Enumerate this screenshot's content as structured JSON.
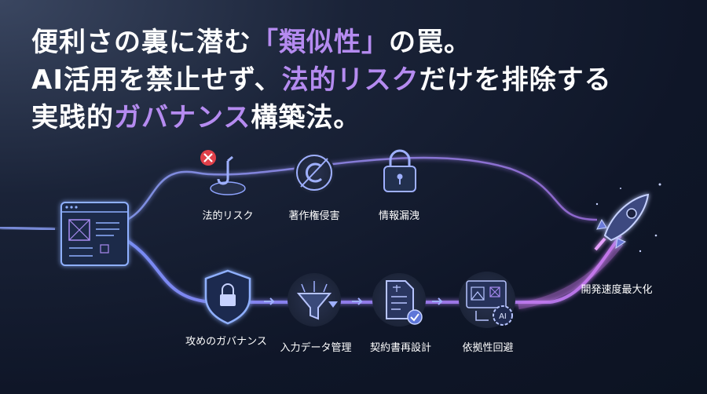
{
  "headline": {
    "line1": {
      "pre": "便利さの裏に潜む",
      "highlight": "「類似性」",
      "post": "の罠。"
    },
    "line2": {
      "pre": "AI活用を禁止せず、",
      "highlight": "法的リスク",
      "post": "だけを排除する"
    },
    "line3": {
      "pre": "実践的",
      "highlight": "ガバナンス",
      "post": "構築法。"
    }
  },
  "risk_path": {
    "items": [
      {
        "label": "法的リスク",
        "icon": "hook-icon"
      },
      {
        "label": "著作権侵害",
        "icon": "copyright-icon"
      },
      {
        "label": "情報漏洩",
        "icon": "lock-icon"
      }
    ]
  },
  "governance_path": {
    "items": [
      {
        "label": "攻めのガバナンス",
        "icon": "shield-lock-icon"
      },
      {
        "label": "入力データ管理",
        "icon": "funnel-icon"
      },
      {
        "label": "契約書再設計",
        "icon": "contract-icon"
      },
      {
        "label": "依拠性回避",
        "icon": "ai-window-icon"
      }
    ]
  },
  "goal": {
    "label": "開発速度最大化",
    "icon": "rocket-icon"
  },
  "colors": {
    "accent": "#b58bf0",
    "glow": "#7a8cff",
    "danger": "#e0404a"
  }
}
